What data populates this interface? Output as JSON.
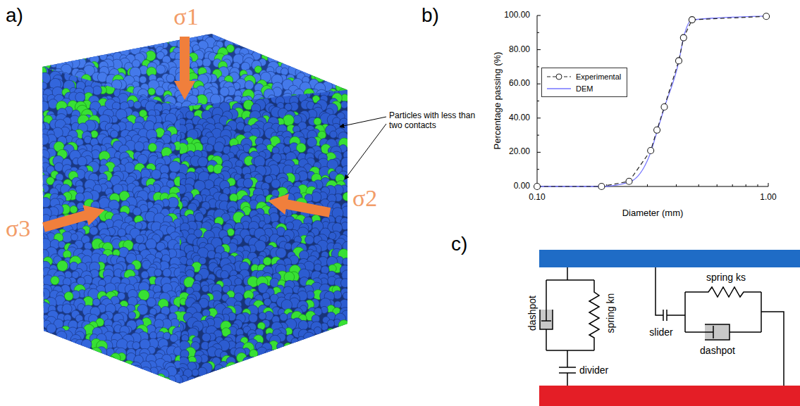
{
  "diagram": {
    "labels": [
      "a)",
      "σ1",
      "σ3",
      "σ2",
      "Particles with less than two contacts",
      "b)",
      "100.00",
      "80.00",
      "60.00",
      "40.00",
      "20.00",
      "0.00",
      "Percentage passing (%)",
      "0.10",
      "1.00",
      "Diameter (mm)",
      "c)",
      "dashpot",
      "spring kn",
      "divider",
      "slider",
      "spring ks",
      "dashpot"
    ],
    "legend": [
      {
        "text": "Experimental"
      },
      {
        "text": "DEM"
      }
    ]
  }
}
